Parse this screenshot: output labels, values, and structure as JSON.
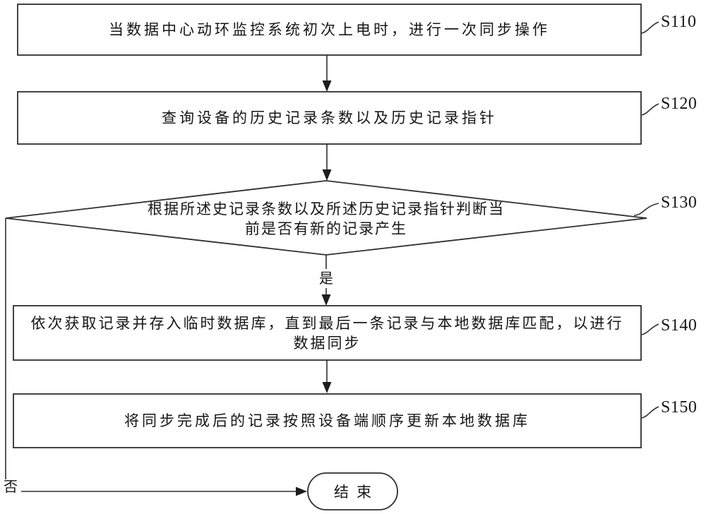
{
  "flowchart": {
    "colors": {
      "line": "#2f2f2f",
      "text": "#161616",
      "background": "#ffffff"
    },
    "steps": [
      {
        "label": "S110",
        "type": "process",
        "lines": [
          "当数据中心动环监控系统初次上电时，进行一次同步操作"
        ]
      },
      {
        "label": "S120",
        "type": "process",
        "lines": [
          "查询设备的历史记录条数以及历史记录指针"
        ]
      },
      {
        "label": "S130",
        "type": "decision",
        "lines": [
          "根据所述史记录条数以及所述历史记录指针判断当",
          "前是否有新的记录产生"
        ]
      },
      {
        "label": "S140",
        "type": "process",
        "lines": [
          "依次获取记录并存入临时数据库，直到最后一条记录与本地数据库匹配，以进行",
          "数据同步"
        ]
      },
      {
        "label": "S150",
        "type": "process",
        "lines": [
          "将同步完成后的记录按照设备端顺序更新本地数据库"
        ]
      }
    ],
    "branches": {
      "yes_label": "是",
      "no_label": "否"
    },
    "terminator": {
      "label": "结束"
    }
  }
}
